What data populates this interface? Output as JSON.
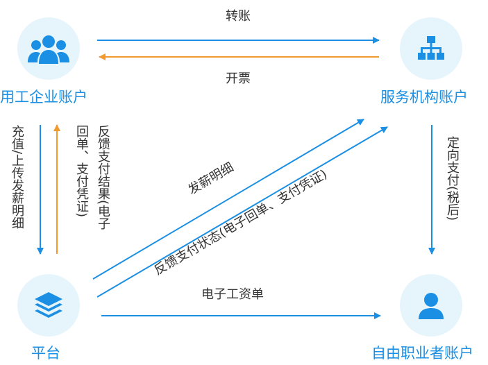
{
  "nodes": {
    "enterprise": {
      "label": "用工企业账户",
      "icon": "users-group-icon"
    },
    "agency": {
      "label": "服务机构账户",
      "icon": "org-hierarchy-icon"
    },
    "platform": {
      "label": "平台",
      "icon": "layers-stack-icon"
    },
    "freelancer": {
      "label": "自由职业者账户",
      "icon": "user-icon"
    }
  },
  "edges": {
    "transfer": "转账",
    "invoice": "开票",
    "recharge_upload": "充值/上传发薪明细",
    "feedback_result_col1": "反馈支付结果(电子",
    "feedback_result_col2": "回单、支付凭证)",
    "directed_payment": "定向支付(税后)",
    "payroll_detail": "发薪明细",
    "feedback_status": "反馈支付状态(电子回单、支付凭证)",
    "payslip": "电子工资单"
  },
  "colors": {
    "blue": "#1a8fe3",
    "orange": "#f29a2e",
    "circle_bg": "#e6f5fc",
    "text": "#333333"
  }
}
